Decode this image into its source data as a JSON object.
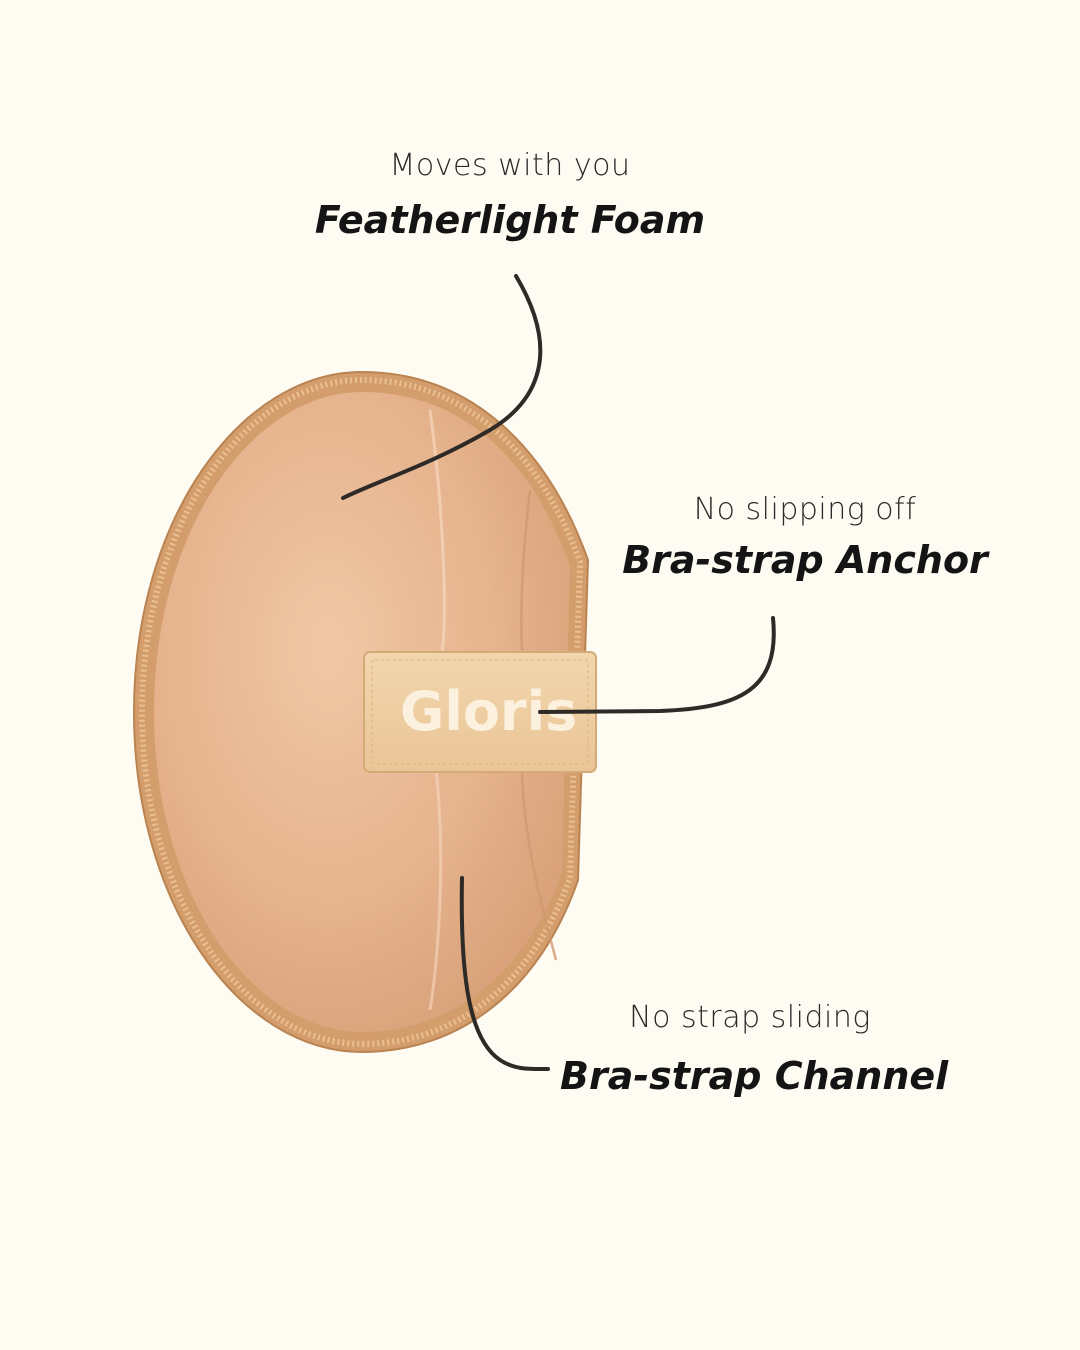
{
  "brand": {
    "logo_text": "Gloris"
  },
  "callouts": {
    "foam": {
      "subtitle": "Moves with you",
      "title": "Featherlight Foam"
    },
    "anchor": {
      "subtitle": "No slipping off",
      "title": "Bra-strap Anchor"
    },
    "channel": {
      "subtitle": "No strap sliding",
      "title": "Bra-strap Channel"
    }
  },
  "colors": {
    "background": "#fdfbf2",
    "pad": "#e8b995",
    "pad_edge": "#d09a6a",
    "tab": "#f0cfa5",
    "leader_line": "#2e2a27"
  },
  "icons": {
    "product": "shoulder-pad-illustration"
  }
}
